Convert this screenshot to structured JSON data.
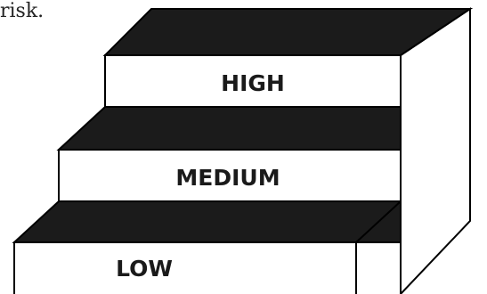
{
  "top_text_fragment": "risk.",
  "steps": [
    {
      "label": "HIGH"
    },
    {
      "label": "MEDIUM"
    },
    {
      "label": "LOW"
    }
  ]
}
